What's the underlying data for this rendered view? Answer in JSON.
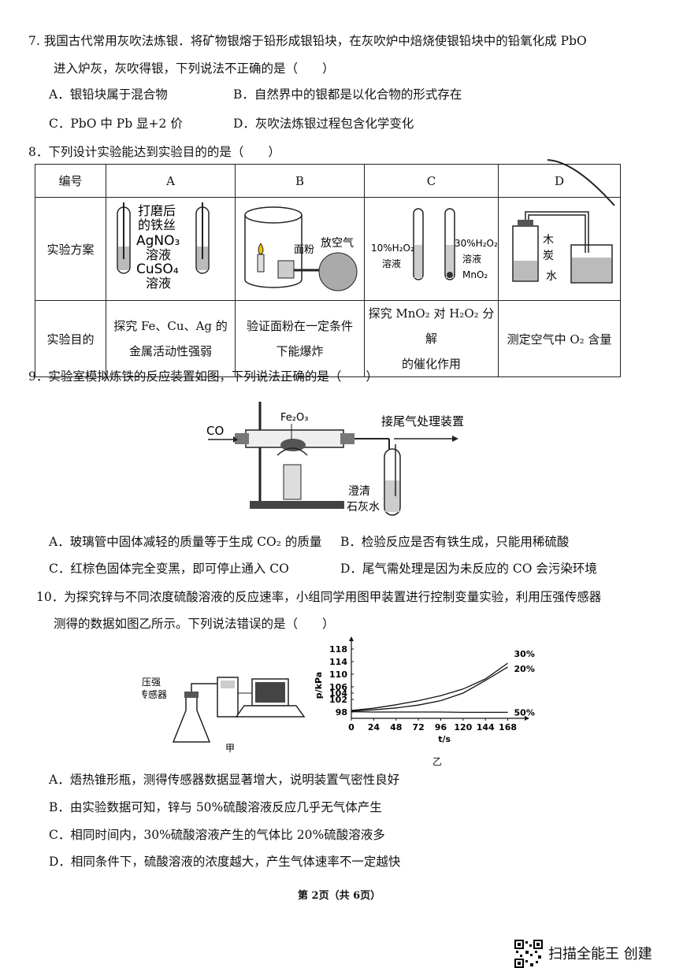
{
  "q7": {
    "line1": "7. 我国古代常用灰吹法炼银．将矿物银熔于铅形成银铅块，在灰吹炉中焙烧使银铅块中的铅氧化成 PbO",
    "line2": "进入炉灰，灰吹得银，下列说法不正确的是（　　）",
    "A": "A．银铅块属于混合物",
    "B": "B．自然界中的银都是以化合物的形式存在",
    "C": "C．PbO 中 Pb 显+2 价",
    "D": "D．灰吹法炼银过程包含化学变化"
  },
  "q8": {
    "stem": "8．下列设计实验能达到实验目的的是（　　）",
    "table": {
      "row_headers": [
        "编号",
        "实验方案",
        "实验目的"
      ],
      "columns": [
        "A",
        "B",
        "C",
        "D"
      ],
      "purposes": [
        [
          "探究 Fe、Cu、Ag 的",
          "金属活动性强弱"
        ],
        [
          "验证面粉在一定条件",
          "下能爆炸"
        ],
        [
          "探究 MnO₂ 对 H₂O₂ 分解",
          "的催化作用"
        ],
        [
          "测定空气中 O₂ 含量",
          ""
        ]
      ],
      "diagram_labels": {
        "A": [
          "打磨后",
          "的铁丝",
          "AgNO₃",
          "溶液",
          "CuSO₄",
          "溶液"
        ],
        "B": [
          "面粉",
          "放空气"
        ],
        "C": [
          "10%H₂O₂",
          "溶液",
          "30%H₂O₂",
          "溶液",
          "MnO₂"
        ],
        "D": [
          "木",
          "炭",
          "水"
        ]
      }
    }
  },
  "q9": {
    "stem": "9．实验室模拟炼铁的反应装置如图，下列说法正确的是（　　）",
    "diagram_labels": [
      "CO",
      "Fe₂O₃",
      "接尾气处理装置",
      "澄清",
      "石灰水"
    ],
    "A": "A．玻璃管中固体减轻的质量等于生成 CO₂ 的质量",
    "B": "B．检验反应是否有铁生成，只能用稀硫酸",
    "C": "C．红棕色固体完全变黑，即可停止通入 CO",
    "D": "D．尾气需处理是因为未反应的 CO 会污染环境"
  },
  "q10": {
    "line1": "10．为探究锌与不同浓度硫酸溶液的反应速率，小组同学用图甲装置进行控制变量实验，利用压强传感器",
    "line2": "测得的数据如图乙所示。下列说法错误的是（　　）",
    "fig_jia_labels": [
      "压强",
      "传感器",
      "甲"
    ],
    "fig_yi_label": "乙",
    "A": "A．焐热锥形瓶，测得传感器数据显著增大，说明装置气密性良好",
    "B": "B．由实验数据可知，锌与 50%硫酸溶液反应几乎无气体产生",
    "C": "C．相同时间内，30%硫酸溶液产生的气体比 20%硫酸溶液多",
    "D": "D．相同条件下，硫酸溶液的浓度越大，产生气体速率不一定越快"
  },
  "chart_data": {
    "type": "line",
    "xlabel": "t/s",
    "ylabel": "p/kPa",
    "x_ticks": [
      0,
      24,
      48,
      72,
      96,
      120,
      144,
      168
    ],
    "y_ticks": [
      98,
      102,
      104,
      106,
      110,
      114,
      118
    ],
    "xlim": [
      0,
      176
    ],
    "ylim": [
      96,
      119
    ],
    "series": [
      {
        "name": "30%",
        "x": [
          0,
          24,
          48,
          72,
          96,
          120,
          144,
          168
        ],
        "y": [
          98.5,
          99.2,
          100.3,
          101.6,
          103.2,
          105.3,
          108.5,
          113.5
        ]
      },
      {
        "name": "20%",
        "x": [
          0,
          24,
          48,
          72,
          96,
          120,
          144,
          168
        ],
        "y": [
          98.3,
          98.7,
          99.3,
          100.2,
          101.6,
          104.0,
          108.0,
          112.3
        ]
      },
      {
        "name": "50%",
        "x": [
          0,
          24,
          48,
          72,
          96,
          120,
          144,
          168
        ],
        "y": [
          98.1,
          98.0,
          98.0,
          98.0,
          98.0,
          97.9,
          97.9,
          97.9
        ]
      }
    ]
  },
  "footer": {
    "page": "第 2页（共 6页）",
    "scanner": "扫描全能王 创建"
  }
}
